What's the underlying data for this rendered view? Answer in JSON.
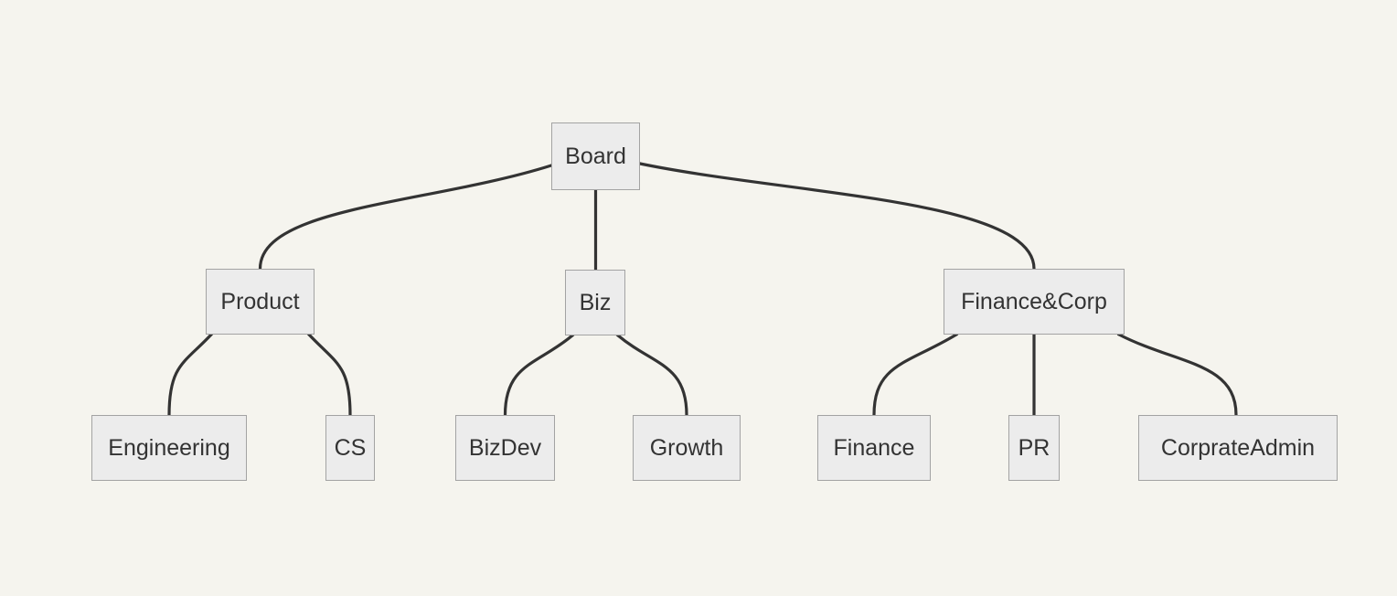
{
  "diagram": {
    "type": "org-chart-flowchart",
    "colors": {
      "bg": "#f5f4ee",
      "node-fill": "#ececec",
      "node-border": "#a3a3a3",
      "edge": "#333333",
      "text": "#333333"
    },
    "nodes": {
      "board": {
        "label": "Board"
      },
      "product": {
        "label": "Product"
      },
      "biz": {
        "label": "Biz"
      },
      "financecorp": {
        "label": "Finance&Corp"
      },
      "engineering": {
        "label": "Engineering"
      },
      "cs": {
        "label": "CS"
      },
      "bizdev": {
        "label": "BizDev"
      },
      "growth": {
        "label": "Growth"
      },
      "finance": {
        "label": "Finance"
      },
      "pr": {
        "label": "PR"
      },
      "corprateadmin": {
        "label": "CorprateAdmin"
      }
    },
    "edges": [
      {
        "from": "Board",
        "to": "Product"
      },
      {
        "from": "Board",
        "to": "Biz"
      },
      {
        "from": "Board",
        "to": "Finance&Corp"
      },
      {
        "from": "Product",
        "to": "Engineering"
      },
      {
        "from": "Product",
        "to": "CS"
      },
      {
        "from": "Biz",
        "to": "BizDev"
      },
      {
        "from": "Biz",
        "to": "Growth"
      },
      {
        "from": "Finance&Corp",
        "to": "Finance"
      },
      {
        "from": "Finance&Corp",
        "to": "PR"
      },
      {
        "from": "Finance&Corp",
        "to": "CorprateAdmin"
      }
    ]
  }
}
